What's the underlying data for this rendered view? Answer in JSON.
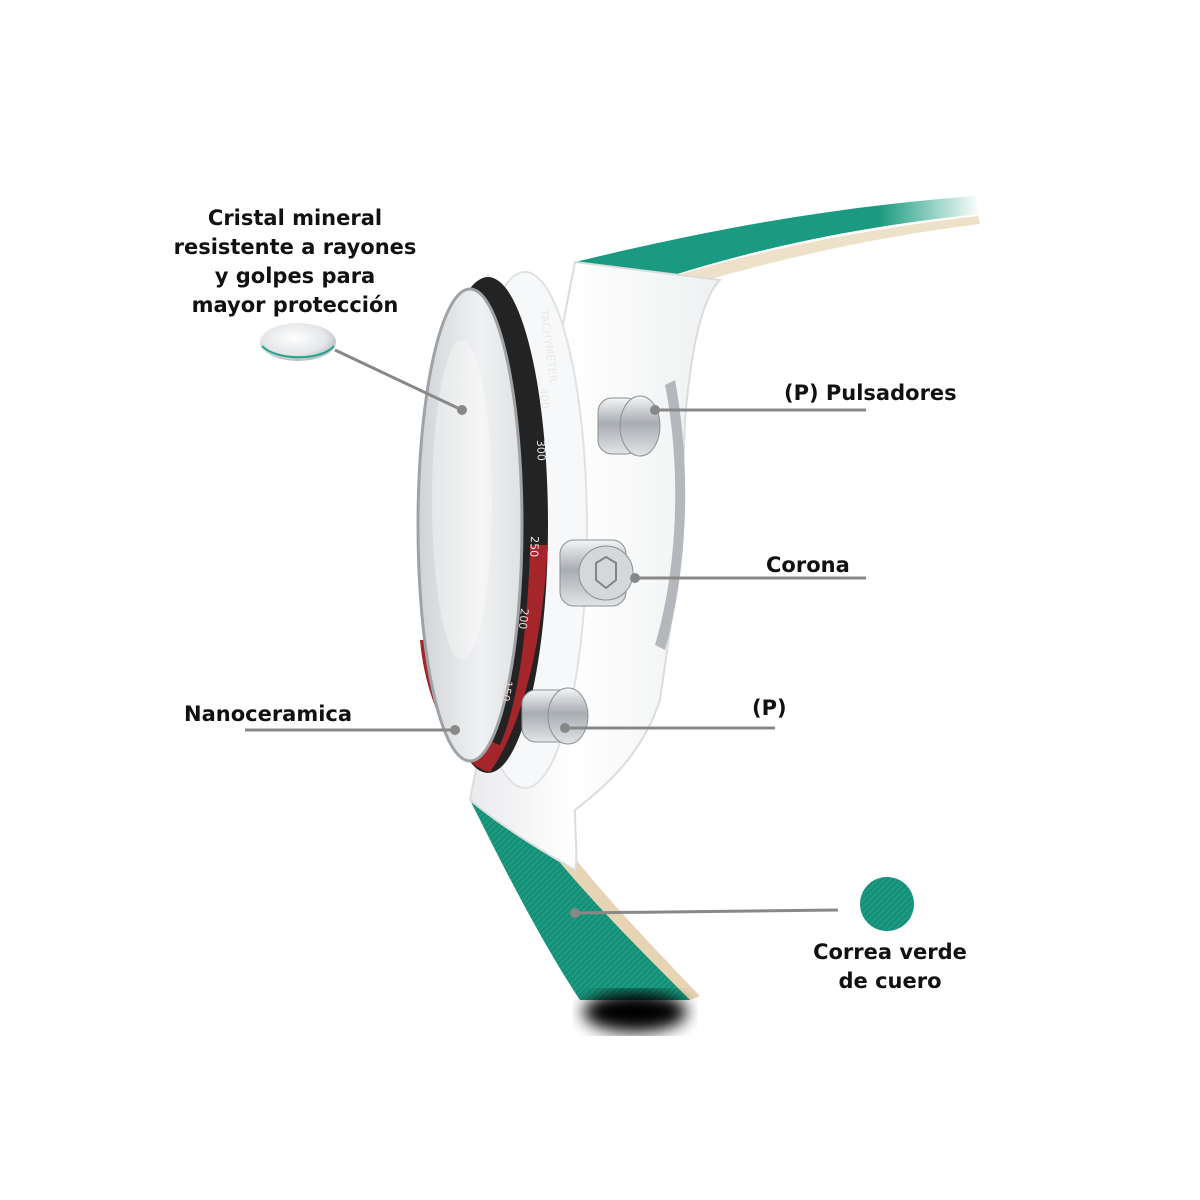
{
  "labels": {
    "crystal": [
      "Cristal mineral",
      "resistente a rayones",
      "y golpes para",
      "mayor protección"
    ],
    "pushers": "(P) Pulsadores",
    "crown": "Corona",
    "pusher_lower": "(P)",
    "bezel_material": "Nanoceramica",
    "strap": [
      "Correa verde",
      "de cuero"
    ]
  },
  "bezel_scale": [
    "TACHYMETER",
    "400",
    "300",
    "250",
    "200",
    "150"
  ],
  "colors": {
    "strap": "#1a9a80",
    "strap_dark": "#0f7a64",
    "case": "#ffffff",
    "bezel_black": "#232323",
    "bezel_red": "#a5262a",
    "steel": "#b9bdc1",
    "leader_line": "#888888",
    "text": "#111111"
  }
}
